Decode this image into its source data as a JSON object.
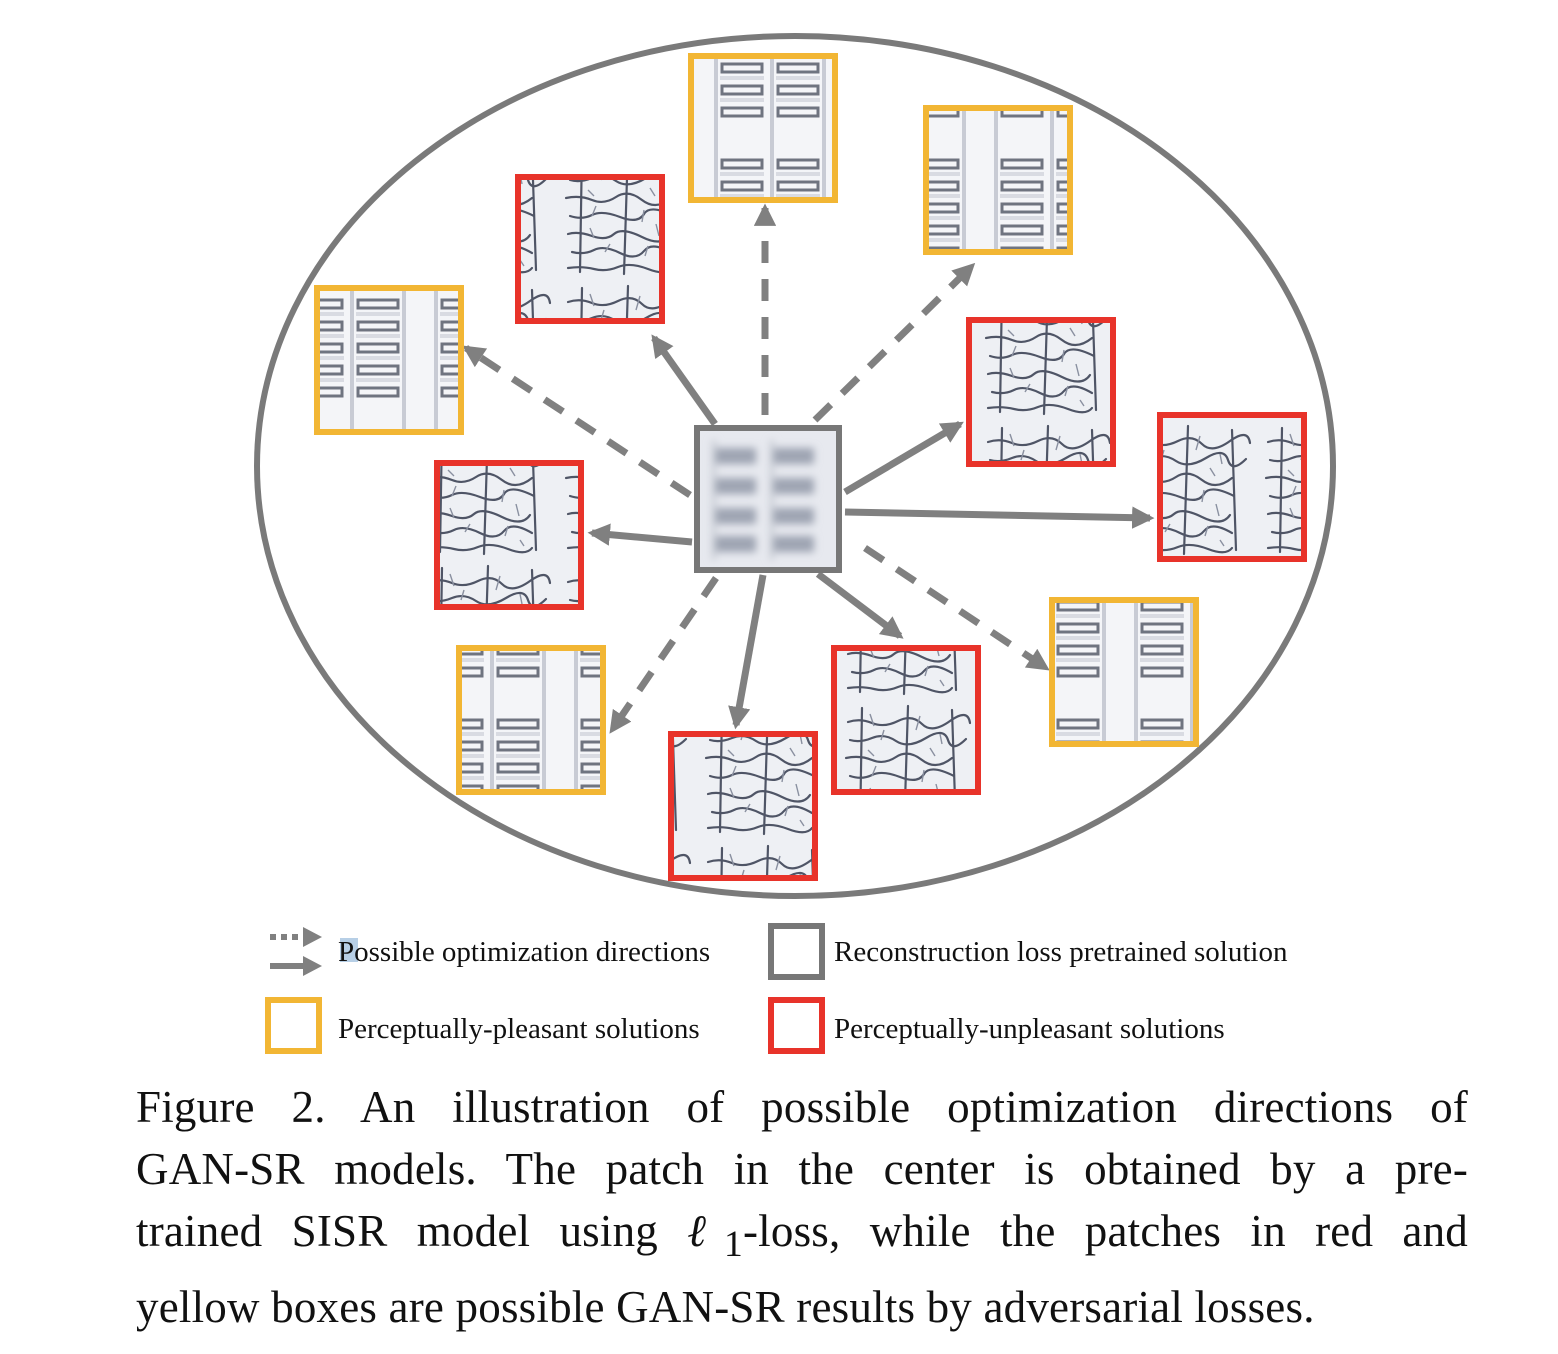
{
  "legend": {
    "directions": "Possible optimization directions",
    "pretrained": "Reconstruction loss pretrained solution",
    "pleasant": "Perceptually-pleasant solutions",
    "unpleasant": "Perceptually-unpleasant solutions"
  },
  "caption": {
    "line1": "Figure 2.  An illustration of possible optimization directions of",
    "line2": "GAN-SR models.  The patch in the center is obtained by a pre-",
    "line3_a": "trained SISR model using ",
    "line3_math": "ℓ",
    "line3_sub": "1",
    "line3_b": "-loss, while the patches in red and",
    "line4": "yellow boxes are possible GAN-SR results by adversarial losses."
  },
  "colors": {
    "pleasant_border": "#f2b634",
    "unpleasant_border": "#e8332a",
    "pretrained_border": "#777777",
    "arrow": "#808080",
    "ellipse": "#7a7a7a"
  },
  "nodes": [
    {
      "id": "center",
      "kind": "pretrained"
    },
    {
      "id": "top",
      "kind": "pleasant"
    },
    {
      "id": "top-right",
      "kind": "pleasant"
    },
    {
      "id": "upper-left-red",
      "kind": "unpleasant"
    },
    {
      "id": "left-yellow",
      "kind": "pleasant"
    },
    {
      "id": "right-red-upper",
      "kind": "unpleasant"
    },
    {
      "id": "right-red",
      "kind": "unpleasant"
    },
    {
      "id": "left-red",
      "kind": "unpleasant"
    },
    {
      "id": "bottom-left-yellow",
      "kind": "pleasant"
    },
    {
      "id": "bottom-red",
      "kind": "unpleasant"
    },
    {
      "id": "bottom-right-red",
      "kind": "unpleasant"
    },
    {
      "id": "right-yellow",
      "kind": "pleasant"
    }
  ]
}
